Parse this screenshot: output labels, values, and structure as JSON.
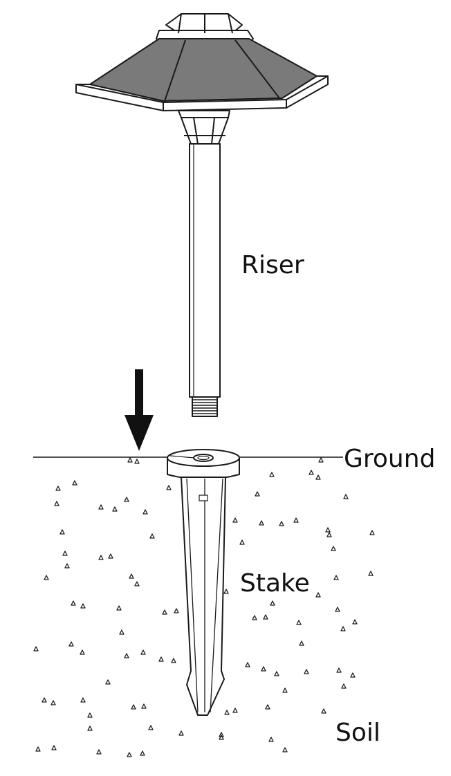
{
  "labels": {
    "riser": "Riser",
    "ground": "Ground",
    "stake": "Stake",
    "soil": "Soil"
  },
  "colors": {
    "line": "#1a1a1a",
    "shade_fill": "#7a7a7a",
    "background": "#ffffff"
  }
}
